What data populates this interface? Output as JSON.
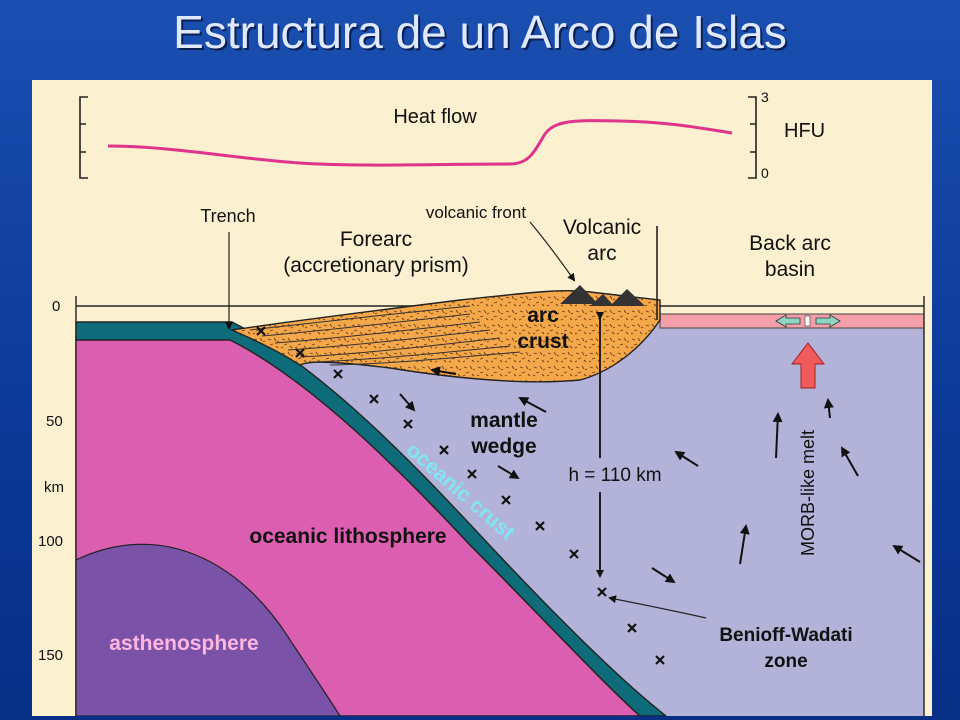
{
  "slide": {
    "title": "Estructura de un Arco de Islas"
  },
  "heat_flow": {
    "title": "Heat flow",
    "unit": "HFU",
    "max_label": "3",
    "min_label": "0"
  },
  "depth_axis": {
    "ticks": [
      "0",
      "50",
      "km",
      "100",
      "150"
    ]
  },
  "labels": {
    "trench": "Trench",
    "forearc_line1": "Forearc",
    "forearc_line2": "(accretionary prism)",
    "volcanic_front": "volcanic front",
    "volcanic_arc_line1": "Volcanic",
    "volcanic_arc_line2": "arc",
    "back_arc_line1": "Back arc",
    "back_arc_line2": "basin",
    "arc_crust_line1": "arc",
    "arc_crust_line2": "crust",
    "mantle_wedge_line1": "mantle",
    "mantle_wedge_line2": "wedge",
    "depth_h": "h = 110 km",
    "oceanic_crust": "oceanic crust",
    "oceanic_lithosphere": "oceanic lithosphere",
    "asthenosphere": "asthenosphere",
    "morb_melt": "MORB-like melt",
    "benioff_line1": "Benioff-Wadati",
    "benioff_line2": "zone"
  },
  "colors": {
    "panel_bg": "#fbf0cf",
    "mantle": "#b3b3da",
    "lithosphere": "#dc5eb0",
    "asthenosphere": "#7a52a8",
    "oceanic_crust": "#0e6b7a",
    "arc_crust": "#f5a84a",
    "back_arc_crust": "#f4a0aa",
    "melt_arrow": "#f05a5a",
    "heat_curve": "#e0338c"
  }
}
